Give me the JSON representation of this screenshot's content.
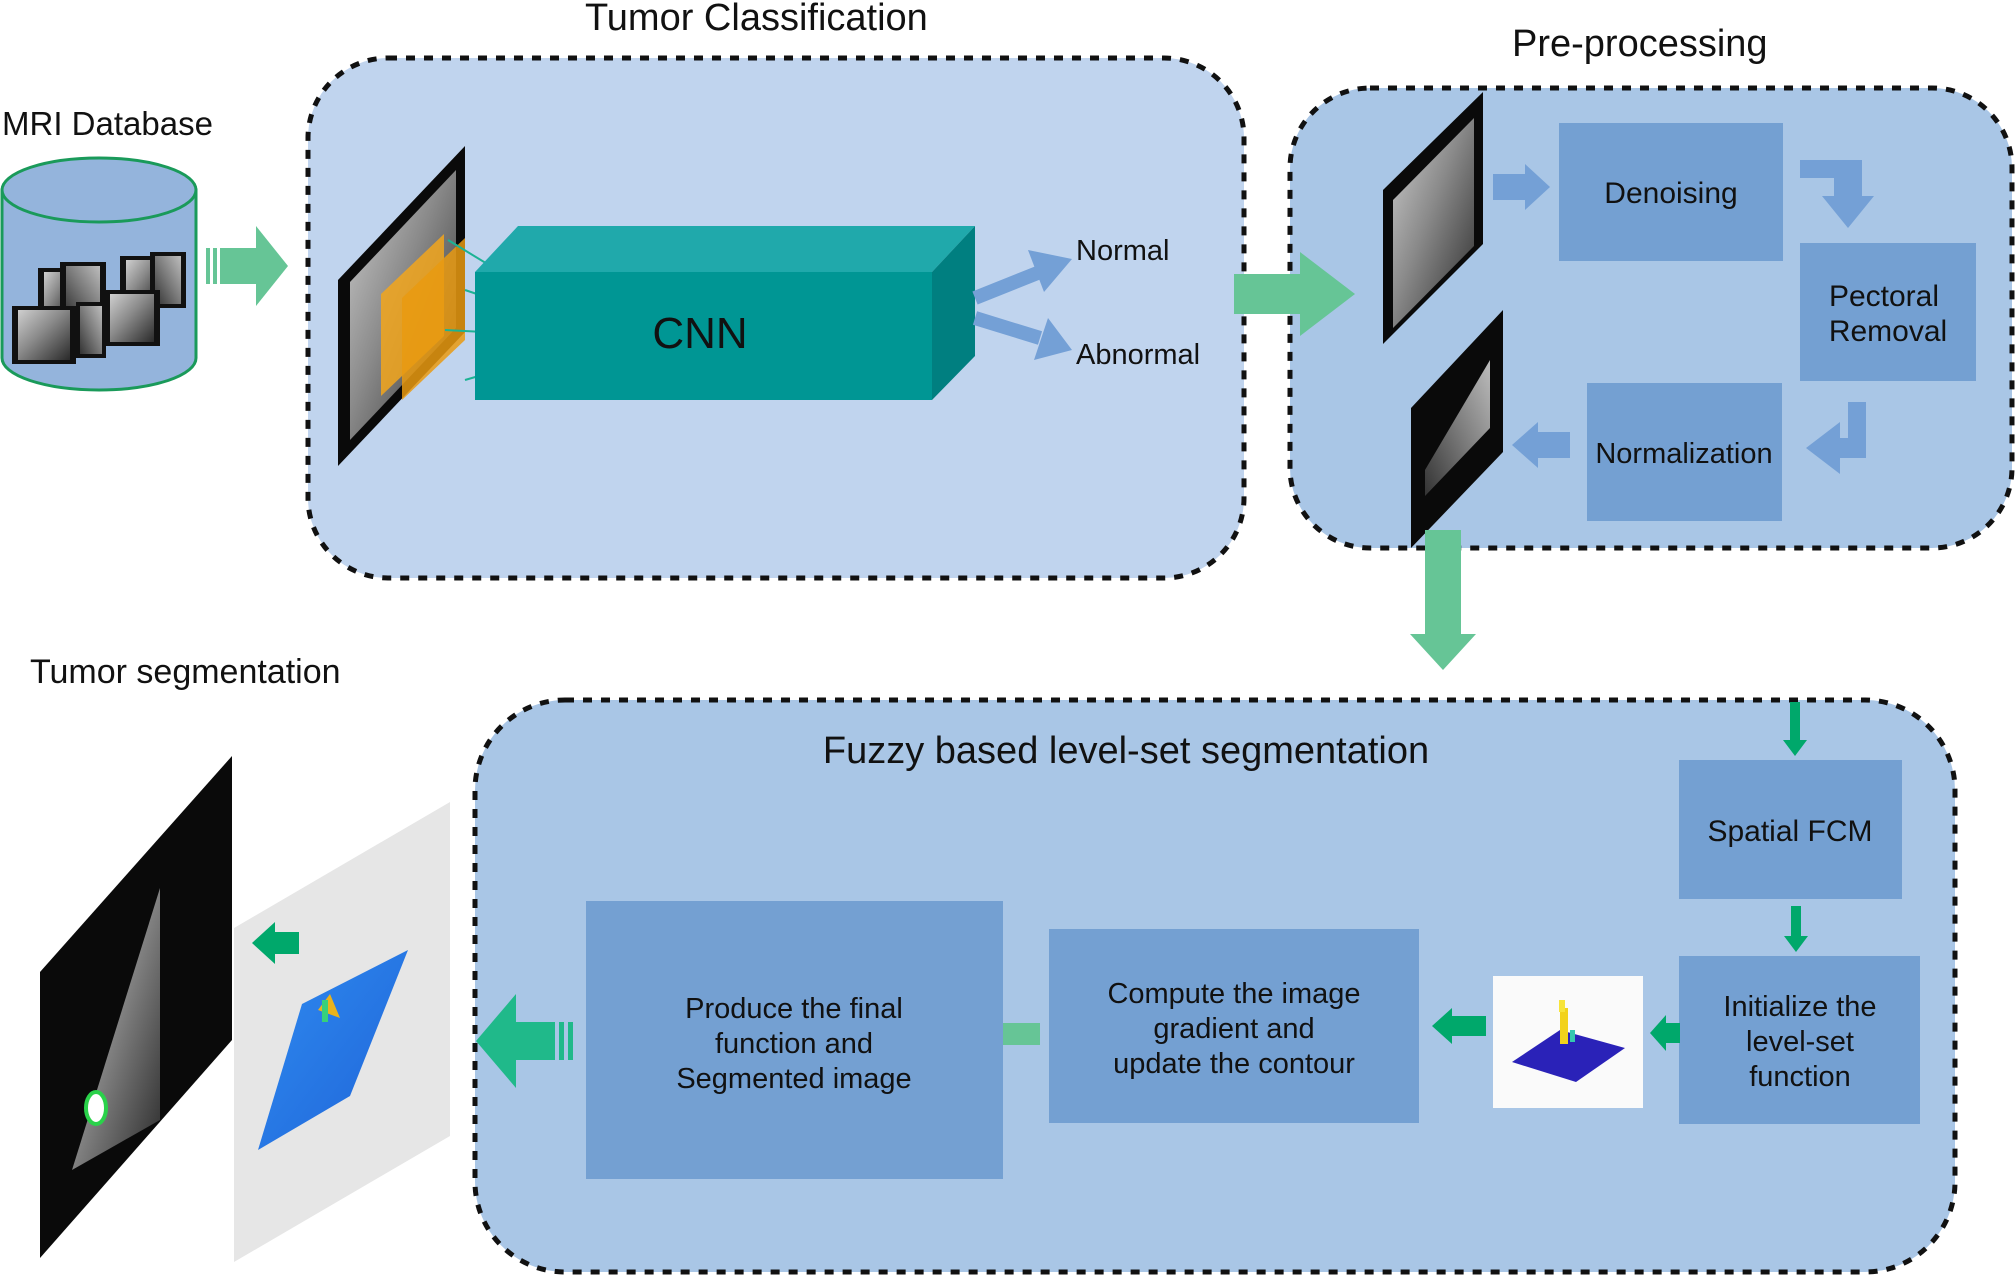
{
  "titles": {
    "mri_database": "MRI Database",
    "tumor_classification": "Tumor Classification",
    "pre_processing": "Pre-processing",
    "tumor_segmentation": "Tumor segmentation",
    "fuzzy_segmentation": "Fuzzy based level-set segmentation"
  },
  "classification": {
    "cnn_label": "CNN",
    "output_normal": "Normal",
    "output_abnormal": "Abnormal"
  },
  "preprocessing": {
    "denoising": "Denoising",
    "pectoral_removal_line1": "Pectoral",
    "pectoral_removal_line2": "Removal",
    "normalization": "Normalization"
  },
  "segmentation": {
    "spatial_fcm": "Spatial FCM",
    "initialize": [
      "Initialize the",
      "level-set",
      "function"
    ],
    "compute": [
      "Compute the image",
      "gradient and",
      "update the contour"
    ],
    "produce": [
      "Produce the final",
      "function and",
      "Segmented image"
    ]
  },
  "colors": {
    "panel_light": "#c0d4ee",
    "panel_mid": "#a9c6e6",
    "step_box": "#74a0d2",
    "cnn_teal": "#009694",
    "arrow_green": "#66c596",
    "arrow_dark_green": "#00a86b",
    "arrow_blue": "#74a0d6",
    "database_fill": "#94b4dc",
    "database_stroke": "#1a9a5a"
  }
}
